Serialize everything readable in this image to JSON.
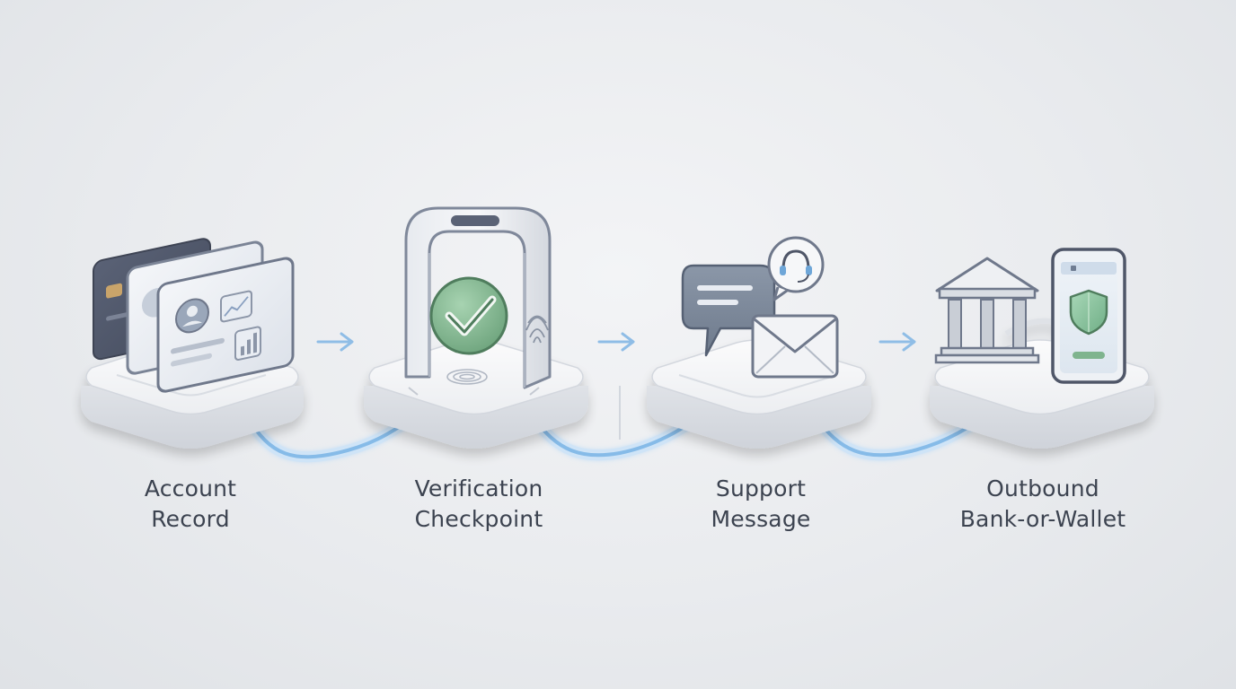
{
  "steps": [
    {
      "id": "account-record",
      "label": [
        "Account",
        "Record"
      ],
      "icon": "id-cards-icon"
    },
    {
      "id": "verification-checkpoint",
      "label": [
        "Verification",
        "Checkpoint"
      ],
      "icon": "checkpoint-gate-icon"
    },
    {
      "id": "support-message",
      "label": [
        "Support",
        "Message"
      ],
      "icon": "chat-mail-icon"
    },
    {
      "id": "outbound-bank-or-wallet",
      "label": [
        "Outbound",
        "Bank-or-Wallet"
      ],
      "icon": "bank-phone-icon"
    }
  ],
  "colors": {
    "accent": "#7fb6e6",
    "glow": "#cfe4f7",
    "check": "#7fb48e",
    "shield": "#8cc4a0",
    "card_dark": "#4f5668",
    "platform": "#f4f5f7",
    "text": "#3c4350"
  }
}
